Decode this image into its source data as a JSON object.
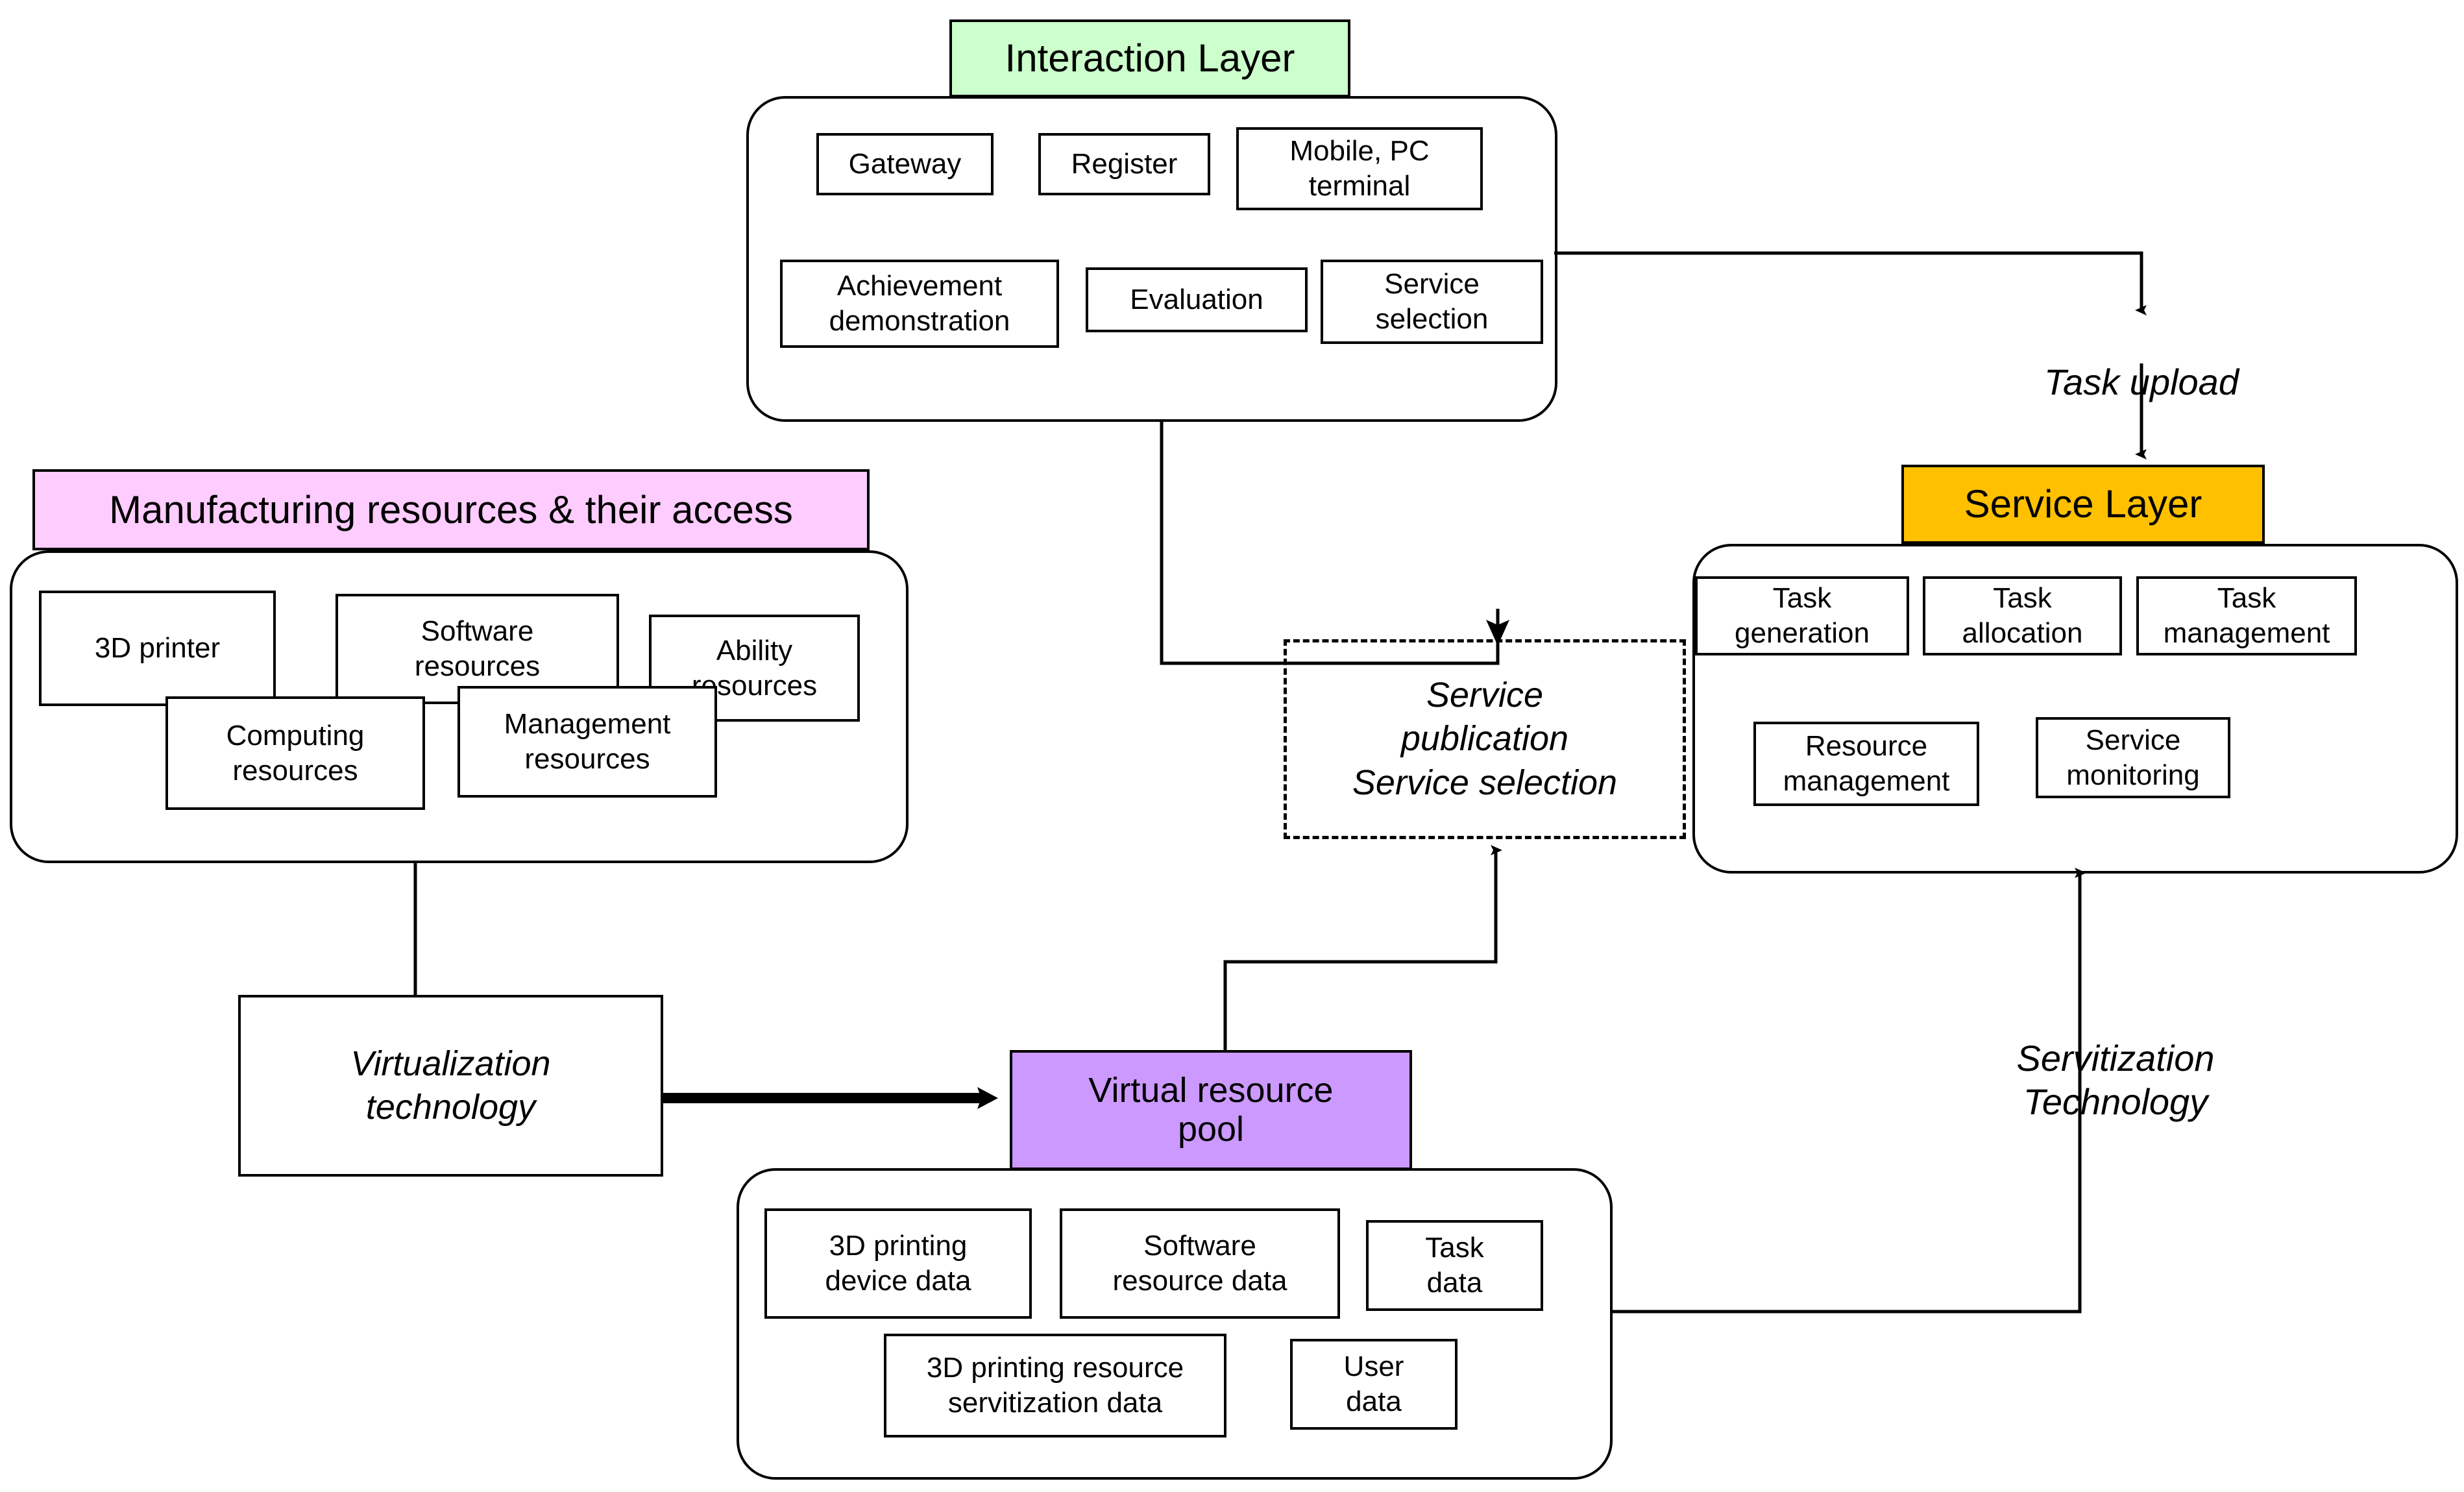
{
  "colors": {
    "interaction_header_bg": "#CCFFCC",
    "manufacturing_header_bg": "#FFCCFF",
    "service_header_bg": "#FFC000",
    "pool_header_bg": "#CC99FF",
    "stroke": "#000000",
    "canvas_bg": "#FFFFFF"
  },
  "interaction_layer": {
    "title": "Interaction Layer",
    "cells": [
      {
        "label": "Gateway"
      },
      {
        "label": "Register"
      },
      {
        "label": "Mobile, PC\nterminal"
      },
      {
        "label": "Achievement\ndemonstration"
      },
      {
        "label": "Evaluation"
      },
      {
        "label": "Service\nselection"
      }
    ]
  },
  "manufacturing_layer": {
    "title": "Manufacturing resources & their access",
    "cells": [
      {
        "label": "3D printer"
      },
      {
        "label": "Software\nresources"
      },
      {
        "label": "Ability\nresources"
      },
      {
        "label": "Computing\nresources"
      },
      {
        "label": "Management\nresources"
      }
    ]
  },
  "service_layer": {
    "title": "Service Layer",
    "cells": [
      {
        "label": "Task\ngeneration"
      },
      {
        "label": "Task\nallocation"
      },
      {
        "label": "Task\nmanagement"
      },
      {
        "label": "Resource\nmanagement"
      },
      {
        "label": "Service\nmonitoring"
      }
    ]
  },
  "virtual_resource_pool": {
    "title": "Virtual resource\npool",
    "cells": [
      {
        "label": "3D printing\ndevice data"
      },
      {
        "label": "Software\nresource data"
      },
      {
        "label": "Task\ndata"
      },
      {
        "label": "3D printing resource\nservitization data"
      },
      {
        "label": "User\ndata"
      }
    ]
  },
  "virtualization_technology": {
    "label": "Virtualization\ntechnology"
  },
  "service_publication_box": {
    "label": "Service\npublication\nService selection"
  },
  "edge_labels": {
    "task_upload": "Task upload",
    "servitization_technology": "Servitization\nTechnology"
  }
}
